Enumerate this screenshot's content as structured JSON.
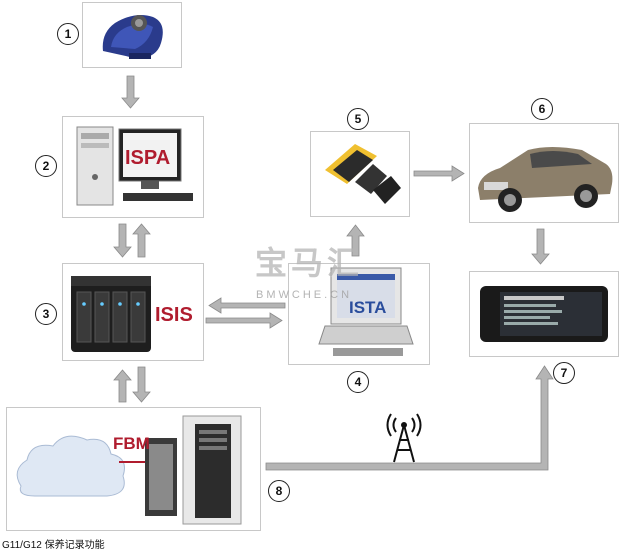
{
  "nodes": {
    "n1": {
      "number": "1"
    },
    "n2": {
      "number": "2",
      "label": "ISPA"
    },
    "n3": {
      "number": "3",
      "label": "ISIS"
    },
    "n4": {
      "number": "4",
      "label": "ISTA"
    },
    "n5": {
      "number": "5"
    },
    "n6": {
      "number": "6"
    },
    "n7": {
      "number": "7"
    },
    "n8": {
      "number": "8",
      "label": "FBM"
    }
  },
  "watermark": {
    "cn": "宝马汇",
    "en": "BMWCHE.CN"
  },
  "caption": "G11/G12 保养记录功能",
  "colors": {
    "label_red": "#b01c2e",
    "arrow_gray": "#b4b4b4",
    "box_border": "#c8c8c8"
  }
}
